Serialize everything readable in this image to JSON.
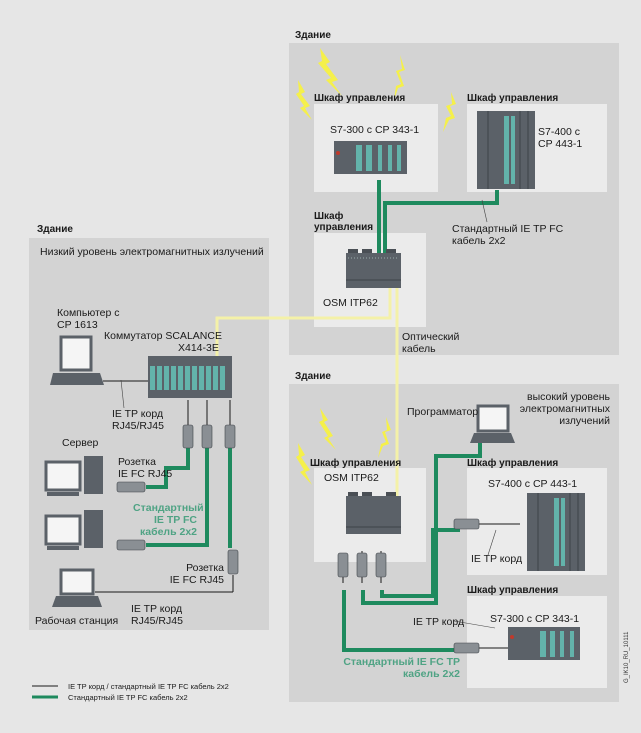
{
  "buildings": {
    "top": {
      "label": "Здание",
      "cabinet_left_label": "Шкаф управления",
      "cabinet_left_device": "S7-300 с CP 343-1",
      "cabinet_right_label": "Шкаф управления",
      "cabinet_right_device_line1": "S7-400 с",
      "cabinet_right_device_line2": "CP 443-1",
      "cabinet_osm_label_line1": "Шкаф",
      "cabinet_osm_label_line2": "управления",
      "osm_device": "OSM ITP62",
      "cable_label_line1": "Стандартный IE TP FC",
      "cable_label_line2": "кабель 2x2",
      "optical_label_line1": "Оптический",
      "optical_label_line2": "кабель"
    },
    "left": {
      "label": "Здание",
      "emi_label": "Низкий уровень электромагнитных излучений",
      "pc_label_line1": "Компьютер с",
      "pc_label_line2": "CP 1613",
      "switch_label_line1": "Коммутатор SCALANCE",
      "switch_label_line2": "X414-3E",
      "cord_label_line1": "IE TP корд",
      "cord_label_line2": "RJ45/RJ45",
      "server_label": "Сервер",
      "socket_label_line1": "Розетка",
      "socket_label_line2": "IE FC RJ45",
      "green_cable_line1": "Стандартный",
      "green_cable_line2": "IE TP FC",
      "green_cable_line3": "кабель 2x2",
      "socket2_label_line1": "Розетка",
      "socket2_label_line2": "IE FC RJ45",
      "cord2_label_line1": "IE TP корд",
      "cord2_label_line2": "RJ45/RJ45",
      "workstation_label": "Рабочая станция"
    },
    "bottom": {
      "label": "Здание",
      "emi_label_line1": "высокий уровень",
      "emi_label_line2": "электромагнитных",
      "emi_label_line3": "излучений",
      "programmer_label": "Программатор",
      "cabinet_osm_label": "Шкаф управления",
      "osm_device": "OSM ITP62",
      "cabinet_s7400_label": "Шкаф управления",
      "s7400_device": "S7-400 с CP 443-1",
      "cord_label": "IE TP корд",
      "cabinet_s7300_label": "Шкаф управления",
      "s7300_device": "S7-300 с CP 343-1",
      "cord2_label": "IE TP корд",
      "green_cable_line1": "Стандартный IE FC TP",
      "green_cable_line2": "кабель 2x2"
    }
  },
  "legend": [
    {
      "label": "IE TP корд / стандартный IE TP FC кабель 2x2",
      "color": "#1a1a1a",
      "style": "thin"
    },
    {
      "label": "Стандартный IE TP FC кабель 2x2",
      "color": "#1e8a5e",
      "style": "thick"
    }
  ],
  "figure_id": "G_IK10_RU_10111",
  "colors": {
    "background": "#e6e6e6",
    "building": "#d3d3d3",
    "cabinet": "#ebebeb",
    "green_cable": "#1e8a5e",
    "optical_cable": "#f4f1a8",
    "lightning": "#f5f04a",
    "device_dark": "#5b6168",
    "device_teal": "#63b3ab"
  }
}
